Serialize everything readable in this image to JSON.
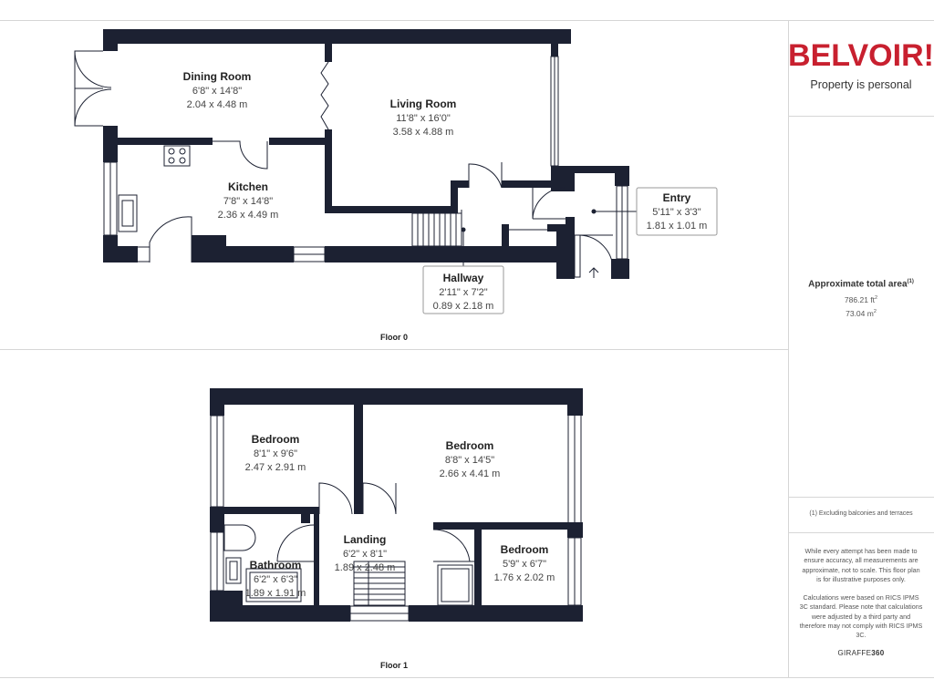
{
  "brand": {
    "logo": "BELVOIR!",
    "tagline": "Property is personal",
    "color": "#c8202f"
  },
  "summary": {
    "title": "Approximate total area",
    "title_note": "(1)",
    "area_ft": "786.21 ft",
    "area_m": "73.04 m",
    "unit_power": "2",
    "footnote": "(1) Excluding balconies and terraces"
  },
  "disclaimer": {
    "p1": "While every attempt has been made to ensure accuracy, all measurements are approximate, not to scale. This floor plan is for illustrative purposes only.",
    "p2": "Calculations were based on RICS IPMS 3C standard. Please note that calculations were adjusted by a third party and therefore may not comply with RICS IPMS 3C.",
    "credit_prefix": "GIRAFFE",
    "credit_suffix": "360"
  },
  "colors": {
    "wall": "#1c2132",
    "text": "#222222",
    "subtext": "#444444",
    "grid": "#d6d6d6"
  },
  "floors": [
    {
      "label": "Floor 0"
    },
    {
      "label": "Floor 1"
    }
  ],
  "rooms": {
    "dining": {
      "name": "Dining Room",
      "imperial": "6'8\" x 14'8\"",
      "metric": "2.04 x 4.48 m"
    },
    "living": {
      "name": "Living Room",
      "imperial": "11'8\" x 16'0\"",
      "metric": "3.58 x 4.88 m"
    },
    "kitchen": {
      "name": "Kitchen",
      "imperial": "7'8\" x 14'8\"",
      "metric": "2.36 x 4.49 m"
    },
    "entry": {
      "name": "Entry",
      "imperial": "5'11\" x 3'3\"",
      "metric": "1.81 x 1.01 m"
    },
    "hallway": {
      "name": "Hallway",
      "imperial": "2'11\" x 7'2\"",
      "metric": "0.89 x 2.18 m"
    },
    "bedroom1": {
      "name": "Bedroom",
      "imperial": "8'1\" x 9'6\"",
      "metric": "2.47 x 2.91 m"
    },
    "bedroom2": {
      "name": "Bedroom",
      "imperial": "8'8\" x 14'5\"",
      "metric": "2.66 x 4.41 m"
    },
    "bedroom3": {
      "name": "Bedroom",
      "imperial": "5'9\" x 6'7\"",
      "metric": "1.76 x 2.02 m"
    },
    "landing": {
      "name": "Landing",
      "imperial": "6'2\" x 8'1\"",
      "metric": "1.89 x 2.48 m"
    },
    "bathroom": {
      "name": "Bathroom",
      "imperial": "6'2\" x 6'3\"",
      "metric": "1.89 x 1.91 m"
    }
  }
}
